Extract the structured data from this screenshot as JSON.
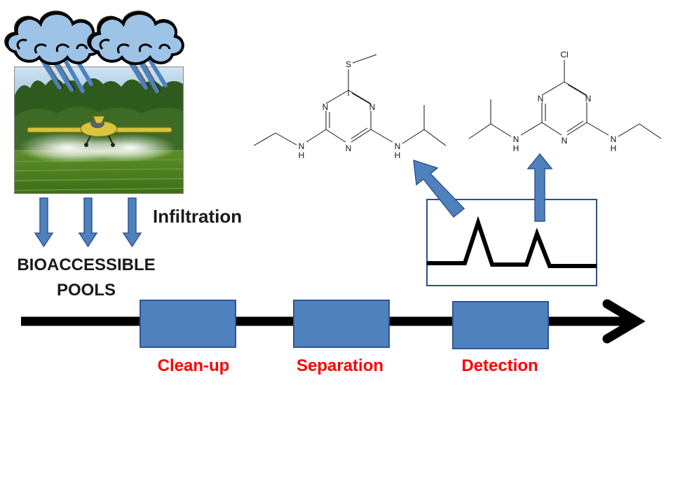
{
  "labels": {
    "infiltration": "Infiltration",
    "pools_line1": "BIOACCESSIBLE",
    "pools_line2": "POOLS",
    "steps": [
      "Clean-up",
      "Separation",
      "Detection"
    ]
  },
  "molecules": {
    "left": {
      "substituent": "S",
      "ring_n": "N",
      "nh_n": "N",
      "nh_h": "H"
    },
    "right": {
      "substituent": "Cl",
      "ring_n": "N",
      "nh_n": "N",
      "nh_h": "H"
    }
  },
  "colors": {
    "box_fill": "#4f81bd",
    "box_stroke": "#2f5597",
    "step_label": "#ff0000",
    "arrow_fill": "#4f81bd",
    "timeline": "#000000",
    "cloud_fill": "#9dc3e6",
    "rain": "#4f81bd"
  },
  "icons": {
    "cloud": "rain-cloud-icon",
    "photo": "crop-duster-spraying-field-photo"
  }
}
